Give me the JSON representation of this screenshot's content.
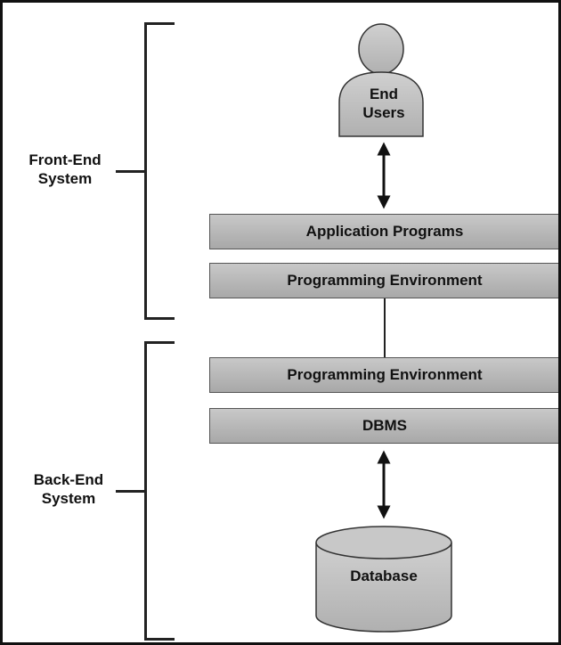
{
  "sections": {
    "front_end": {
      "line1": "Front-End",
      "line2": "System"
    },
    "back_end": {
      "line1": "Back-End",
      "line2": "System"
    }
  },
  "end_users": {
    "line1": "End",
    "line2": "Users"
  },
  "layers": [
    {
      "label": "Application Programs"
    },
    {
      "label": "Programming Environment"
    },
    {
      "label": "Programming Environment"
    },
    {
      "label": "DBMS"
    }
  ],
  "database": {
    "label": "Database"
  },
  "colors": {
    "layer_fill_top": "#c8c8c8",
    "layer_fill_bottom": "#a8a8a8",
    "shape_fill": "#c0c0c0",
    "stroke": "#222222"
  }
}
